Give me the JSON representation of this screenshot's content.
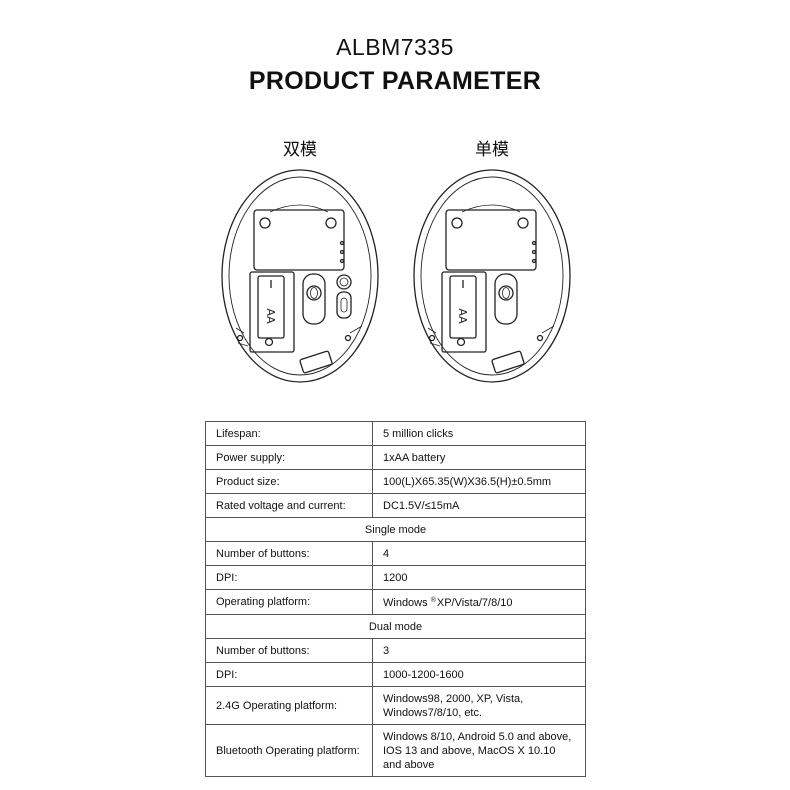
{
  "header": {
    "model": "ALBM7335",
    "title": "PRODUCT PARAMETER"
  },
  "modes": {
    "dual_label": "双模",
    "single_label": "单模"
  },
  "figure": {
    "battery_label": "AA"
  },
  "specs": {
    "general": [
      {
        "key": "Lifespan:",
        "value": "5 million clicks"
      },
      {
        "key": "Power supply:",
        "value": "1xAA battery"
      },
      {
        "key": "Product size:",
        "value": "100(L)X65.35(W)X36.5(H)±0.5mm"
      },
      {
        "key": "Rated voltage and current:",
        "value": "DC1.5V/≤15mA"
      }
    ],
    "single_section": "Single mode",
    "single": [
      {
        "key": "Number of buttons:",
        "value": "4"
      },
      {
        "key": "DPI:",
        "value": "1200"
      },
      {
        "key": "Operating platform:",
        "value_prefix": "Windows ",
        "value_sup": "®",
        "value_suffix": "XP/Vista/7/8/10"
      }
    ],
    "dual_section": "Dual mode",
    "dual": [
      {
        "key": "Number of buttons:",
        "value": "3"
      },
      {
        "key": "DPI:",
        "value": "1000-1200-1600"
      },
      {
        "key": "2.4G Operating platform:",
        "value": "Windows98, 2000, XP, Vista, Windows7/8/10, etc."
      },
      {
        "key": "Bluetooth Operating platform:",
        "value": "Windows 8/10, Android 5.0 and above, IOS 13 and above, MacOS X 10.10 and above"
      }
    ]
  }
}
